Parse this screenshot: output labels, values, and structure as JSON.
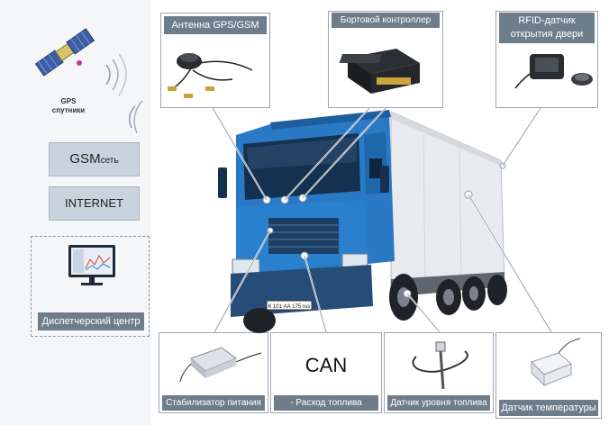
{
  "left": {
    "gps_label_line1": "GPS",
    "gps_label_line2": "спутники",
    "gsm_main": "GSM",
    "gsm_sub": "сеть",
    "internet": "INTERNET",
    "dispatch": "Диспетчерский центр"
  },
  "top": {
    "antenna": "Антенна GPS/GSM",
    "controller": "Бортовой контроллер",
    "rfid_line1": "RFID-датчик",
    "rfid_line2": "открытия двери"
  },
  "bottom": {
    "stabilizer": "Стабилизатор питания",
    "can": "CAN",
    "fuel_flow": "- Расход топлива",
    "fuel_level": "Датчик уровня топлива",
    "temperature": "Датчик температуры"
  },
  "truck": {
    "plate": "К 101 АА 175 rus"
  },
  "colors": {
    "cab_blue": "#2a79c4",
    "caption_grey": "#6f7d8b",
    "panel_grey": "#c9d3dd"
  }
}
